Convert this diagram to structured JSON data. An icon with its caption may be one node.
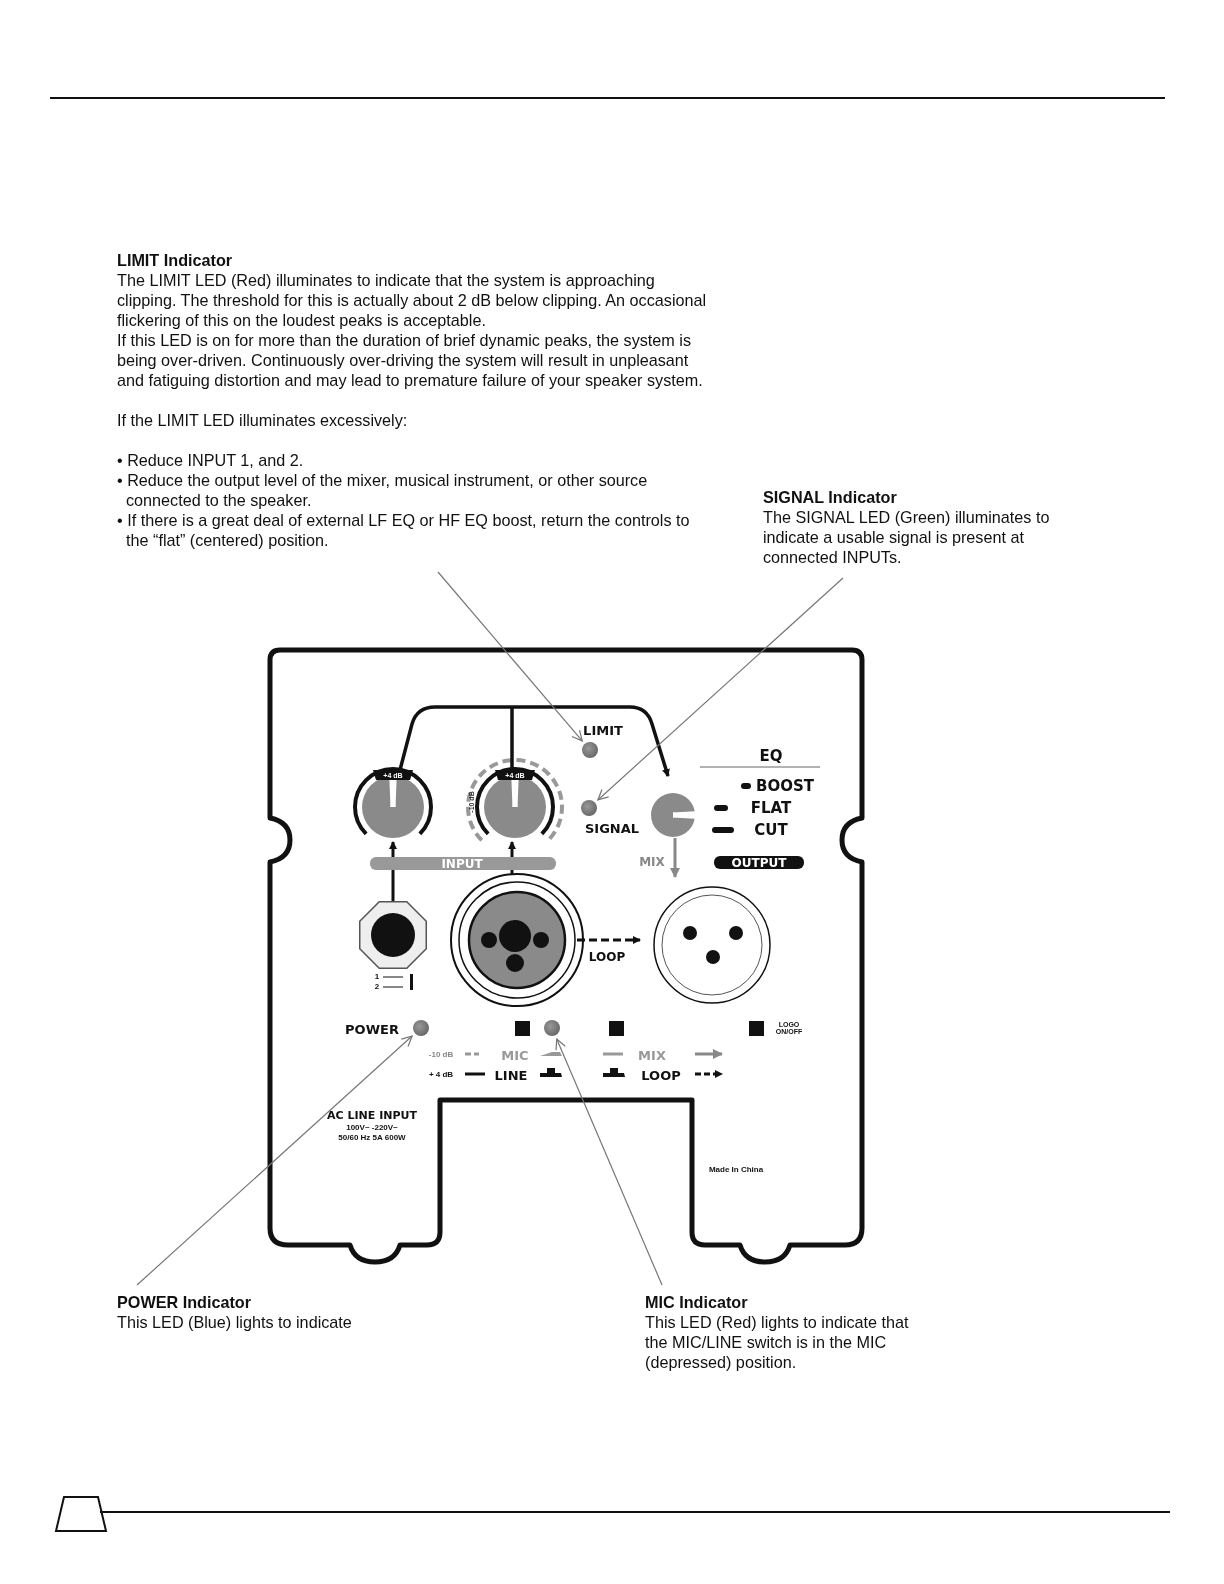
{
  "diagram": {
    "nodes": [
      {
        "text": [
          "LIMIT Indicator",
          "The LIMIT LED (Red) illuminates to indicate that the system is approaching clipping. The threshold for this is actually about 2 dB below clipping. An occasional flickering of this on the loudest peaks is acceptable.",
          "If this LED is on for more than the duration of brief dynamic peaks, the system is being over-driven. Continuously over-driving the system will result in unpleasant and fatiguing distortion and may lead to premature failure of your speaker system.",
          "If  the LIMIT LED illuminates excessively:",
          "• Reduce INPUT 1, and 2.",
          "• Reduce the output level of the mixer, musical instrument, or other source connected to the speaker.",
          "• If there is a great deal of external LF EQ or HF EQ boost, return the controls to the “flat” (centered) position."
        ]
      },
      {
        "text": [],
        "shape": "circle",
        "beside": [
          "LIMIT"
        ]
      },
      {
        "text": [
          "SIGNAL Indicator",
          "The SIGNAL LED (Green) illuminates to indicate a usable signal is present at connected INPUTs."
        ]
      },
      {
        "text": [],
        "shape": "circle",
        "beside": [
          "SIGNAL"
        ]
      },
      {
        "text": [
          "POWER Indicator",
          "This LED (Blue)  lights to indicate"
        ]
      },
      {
        "text": [],
        "shape": "circle",
        "beside": [
          "POWER"
        ]
      },
      {
        "text": [
          "MIC Indicator",
          "This LED (Red) lights to indicate that the MIC/LINE switch is in the MIC (depressed) position."
        ]
      },
      {
        "text": [],
        "shape": "circle"
      }
    ],
    "edges": [
      {
        "from": 0,
        "to": 1,
        "arrow": "to"
      },
      {
        "from": 2,
        "to": 3,
        "arrow": "to"
      },
      {
        "from": 4,
        "to": 5,
        "arrow": "to"
      },
      {
        "from": 6,
        "to": 7,
        "arrow": "to"
      }
    ],
    "labels": [
      "EQ",
      "+4 dB",
      "+4 dB",
      "BOOST",
      "-10 dB",
      "FLAT",
      "CUT",
      "INPUT",
      "MIX",
      "OUTPUT",
      "LOOP",
      "1",
      "2",
      "LOGO ON/OFF",
      "-10 dB",
      "MIC",
      "MIX",
      "+ 4 dB",
      "LINE",
      "LOOP",
      "AC LINE INPUT",
      "100V~ -220V~",
      "50/60 Hz  5A  600W",
      "Made In China"
    ]
  }
}
